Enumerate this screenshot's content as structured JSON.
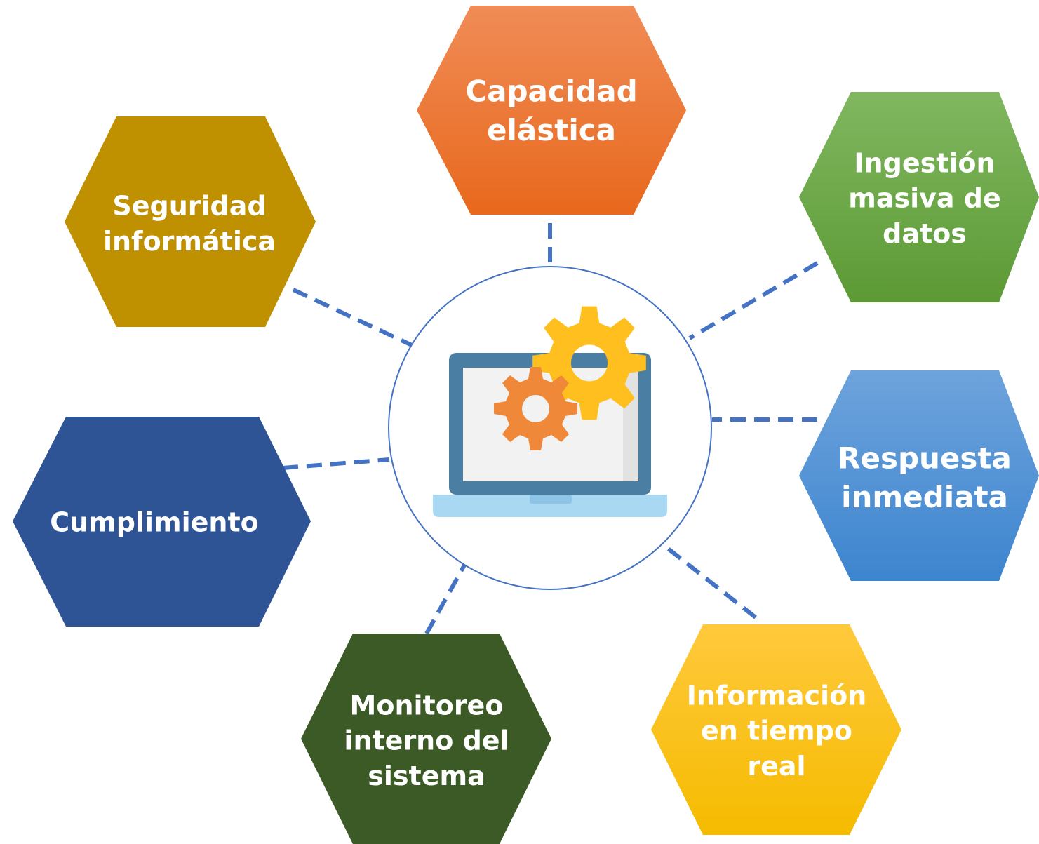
{
  "center": {
    "icon": "laptop-gears-icon",
    "circle_color": "#4472c4"
  },
  "connector_color": "#4472c4",
  "nodes": [
    {
      "id": "capacidad",
      "lines": [
        "Capacidad",
        "elástica"
      ],
      "color_top": "#f08c56",
      "color_bottom": "#e8681d"
    },
    {
      "id": "ingestion",
      "lines": [
        "Ingestión",
        "masiva de",
        "datos"
      ],
      "color_top": "#80b760",
      "color_bottom": "#5c9a35"
    },
    {
      "id": "respuesta",
      "lines": [
        "Respuesta",
        "inmediata"
      ],
      "color_top": "#6ea3dc",
      "color_bottom": "#3d85cf"
    },
    {
      "id": "informacion",
      "lines": [
        "Información",
        "en tiempo",
        "real"
      ],
      "color_top": "#ffc93c",
      "color_bottom": "#f5bb00"
    },
    {
      "id": "monitoreo",
      "lines": [
        "Monitoreo",
        "interno del",
        "sistema"
      ],
      "color_top": "#3b5a26",
      "color_bottom": "#3b5a26"
    },
    {
      "id": "cumplimiento",
      "lines": [
        "Cumplimiento"
      ],
      "color_top": "#2f5496",
      "color_bottom": "#2f5496"
    },
    {
      "id": "seguridad",
      "lines": [
        "Seguridad",
        "informática"
      ],
      "color_top": "#bf9000",
      "color_bottom": "#bf9000"
    }
  ]
}
